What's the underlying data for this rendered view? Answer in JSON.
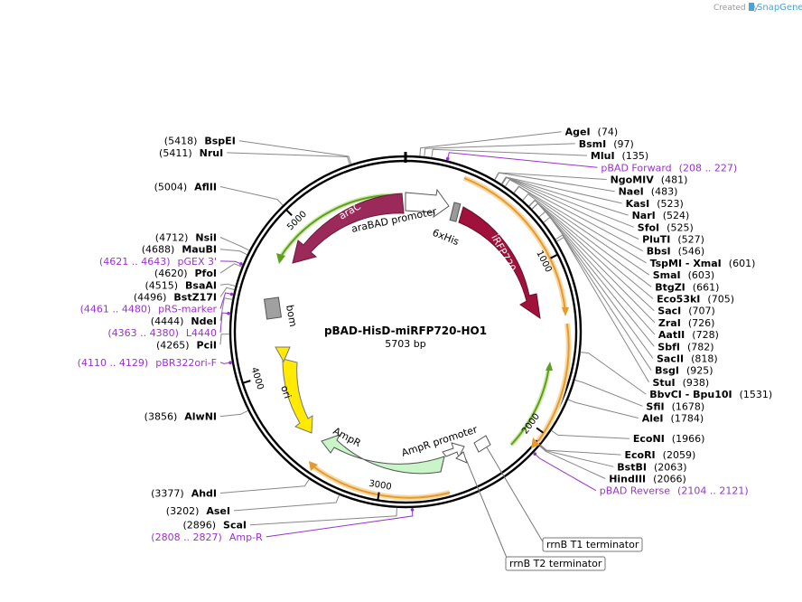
{
  "plasmid": {
    "name": "pBAD-HisD-miRFP720-HO1",
    "length": "5703 bp",
    "total_bp": 5703
  },
  "credit": {
    "text": "Created by",
    "brand": "SnapGene"
  },
  "ticks": [
    {
      "pos": 1000,
      "label": "1000"
    },
    {
      "pos": 2000,
      "label": "2000"
    },
    {
      "pos": 3000,
      "label": "3000"
    },
    {
      "pos": 4000,
      "label": "4000"
    },
    {
      "pos": 5000,
      "label": "5000"
    }
  ],
  "enzymes": [
    {
      "name": "AgeI",
      "pos": "(74)",
      "bp": 74,
      "side": "right"
    },
    {
      "name": "BsmI",
      "pos": "(97)",
      "bp": 97,
      "side": "right"
    },
    {
      "name": "MluI",
      "pos": "(135)",
      "bp": 135,
      "side": "right"
    },
    {
      "name": "NgoMIV",
      "pos": "(481)",
      "bp": 481,
      "side": "right"
    },
    {
      "name": "NaeI",
      "pos": "(483)",
      "bp": 483,
      "side": "right"
    },
    {
      "name": "KasI",
      "pos": "(523)",
      "bp": 523,
      "side": "right"
    },
    {
      "name": "NarI",
      "pos": "(524)",
      "bp": 524,
      "side": "right"
    },
    {
      "name": "SfoI",
      "pos": "(525)",
      "bp": 525,
      "side": "right"
    },
    {
      "name": "PluTI",
      "pos": "(527)",
      "bp": 527,
      "side": "right"
    },
    {
      "name": "BbsI",
      "pos": "(546)",
      "bp": 546,
      "side": "right"
    },
    {
      "name": "TspMI  - XmaI",
      "pos": "(601)",
      "bp": 601,
      "side": "right"
    },
    {
      "name": "SmaI",
      "pos": "(603)",
      "bp": 603,
      "side": "right"
    },
    {
      "name": "BtgZI",
      "pos": "(661)",
      "bp": 661,
      "side": "right"
    },
    {
      "name": "Eco53kI",
      "pos": "(705)",
      "bp": 705,
      "side": "right"
    },
    {
      "name": "SacI",
      "pos": "(707)",
      "bp": 707,
      "side": "right"
    },
    {
      "name": "ZraI",
      "pos": "(726)",
      "bp": 726,
      "side": "right"
    },
    {
      "name": "AatII",
      "pos": "(728)",
      "bp": 728,
      "side": "right"
    },
    {
      "name": "SbfI",
      "pos": "(782)",
      "bp": 782,
      "side": "right"
    },
    {
      "name": "SacII",
      "pos": "(818)",
      "bp": 818,
      "side": "right"
    },
    {
      "name": "BsgI",
      "pos": "(925)",
      "bp": 925,
      "side": "right"
    },
    {
      "name": "StuI",
      "pos": "(938)",
      "bp": 938,
      "side": "right"
    },
    {
      "name": "BbvCI  - Bpu10I",
      "pos": "(1531)",
      "bp": 1531,
      "side": "right"
    },
    {
      "name": "SfiI",
      "pos": "(1678)",
      "bp": 1678,
      "side": "right"
    },
    {
      "name": "AleI",
      "pos": "(1784)",
      "bp": 1784,
      "side": "right"
    },
    {
      "name": "EcoNI",
      "pos": "(1966)",
      "bp": 1966,
      "side": "right"
    },
    {
      "name": "EcoRI",
      "pos": "(2059)",
      "bp": 2059,
      "side": "right"
    },
    {
      "name": "BstBI",
      "pos": "(2063)",
      "bp": 2063,
      "side": "right"
    },
    {
      "name": "HindIII",
      "pos": "(2066)",
      "bp": 2066,
      "side": "right"
    },
    {
      "name": "ScaI",
      "pos": "(2896)",
      "bp": 2896,
      "side": "left"
    },
    {
      "name": "AseI",
      "pos": "(3202)",
      "bp": 3202,
      "side": "left"
    },
    {
      "name": "AhdI",
      "pos": "(3377)",
      "bp": 3377,
      "side": "left"
    },
    {
      "name": "AlwNI",
      "pos": "(3856)",
      "bp": 3856,
      "side": "left"
    },
    {
      "name": "PciI",
      "pos": "(4265)",
      "bp": 4265,
      "side": "left"
    },
    {
      "name": "NdeI",
      "pos": "(4444)",
      "bp": 4444,
      "side": "left"
    },
    {
      "name": "BstZ17I",
      "pos": "(4496)",
      "bp": 4496,
      "side": "left"
    },
    {
      "name": "BsaAI",
      "pos": "(4515)",
      "bp": 4515,
      "side": "left"
    },
    {
      "name": "PfoI",
      "pos": "(4620)",
      "bp": 4620,
      "side": "left"
    },
    {
      "name": "MauBI",
      "pos": "(4688)",
      "bp": 4688,
      "side": "left"
    },
    {
      "name": "NsiI",
      "pos": "(4712)",
      "bp": 4712,
      "side": "left"
    },
    {
      "name": "AflII",
      "pos": "(5004)",
      "bp": 5004,
      "side": "left"
    },
    {
      "name": "NruI",
      "pos": "(5411)",
      "bp": 5411,
      "side": "left"
    },
    {
      "name": "BspEI",
      "pos": "(5418)",
      "bp": 5418,
      "side": "left"
    }
  ],
  "primers": [
    {
      "name": "pBAD Forward",
      "range": "(208 .. 227)",
      "bp": 217,
      "side": "right"
    },
    {
      "name": "pBAD Reverse",
      "range": "(2104 .. 2121)",
      "bp": 2112,
      "side": "right"
    },
    {
      "name": "Amp-R",
      "range": "(2808 .. 2827)",
      "bp": 2817,
      "side": "left"
    },
    {
      "name": "pBR322ori-F",
      "range": "(4110 .. 4129)",
      "bp": 4119,
      "side": "left"
    },
    {
      "name": "L4440",
      "range": "(4363 .. 4380)",
      "bp": 4371,
      "side": "left"
    },
    {
      "name": "pRS-marker",
      "range": "(4461 .. 4480)",
      "bp": 4470,
      "side": "left"
    },
    {
      "name": "pGEX 3'",
      "range": "(4621 .. 4643)",
      "bp": 4632,
      "side": "left"
    }
  ],
  "features": [
    {
      "name": "araC",
      "color": "#9b2a5a"
    },
    {
      "name": "araBAD promoter",
      "color": "#ffffff"
    },
    {
      "name": "6xHis",
      "color": "#9a9a9a"
    },
    {
      "name": "iRFP720",
      "color": "#a0123c"
    },
    {
      "name": "AmpR",
      "color": "#c9f5c9"
    },
    {
      "name": "AmpR promoter",
      "color": "#ffffff"
    },
    {
      "name": "ori",
      "color": "#ffea00"
    },
    {
      "name": "bom",
      "color": "#a0a0a0"
    }
  ],
  "terminators": [
    {
      "name": "rrnB T1 terminator"
    },
    {
      "name": "rrnB T2 terminator"
    }
  ],
  "colors": {
    "backbone": "#000000",
    "orf": "#f0a030",
    "arrow_green": "#66aa22",
    "primer": "#9933cc"
  }
}
